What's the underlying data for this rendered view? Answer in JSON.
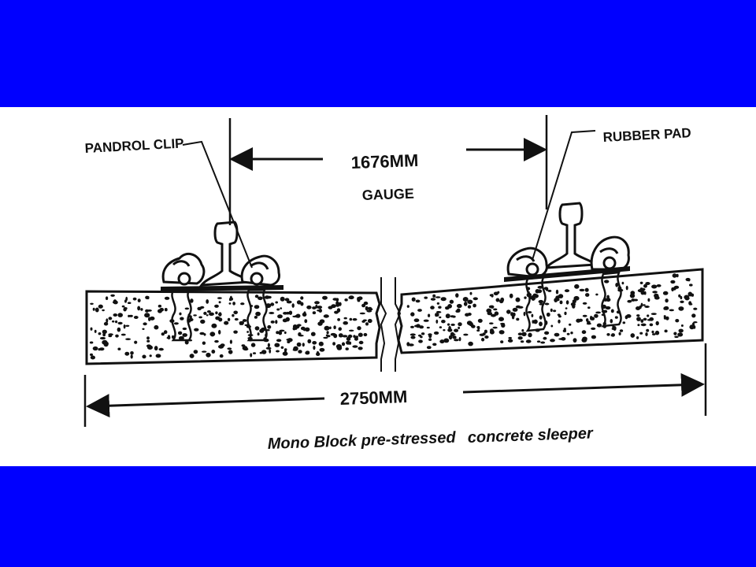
{
  "labels": {
    "pandrol_clip": "PANDROL CLIP",
    "rubber_pad": "RUBBER PAD",
    "gauge_value": "1676MM",
    "gauge_word": "GAUGE",
    "length_value": "2750MM"
  },
  "caption": {
    "left": "Mono Block pre-stressed",
    "right": "concrete sleeper"
  },
  "colors": {
    "background_band": "#0000ff",
    "panel": "#ffffff",
    "ink": "#111111"
  }
}
